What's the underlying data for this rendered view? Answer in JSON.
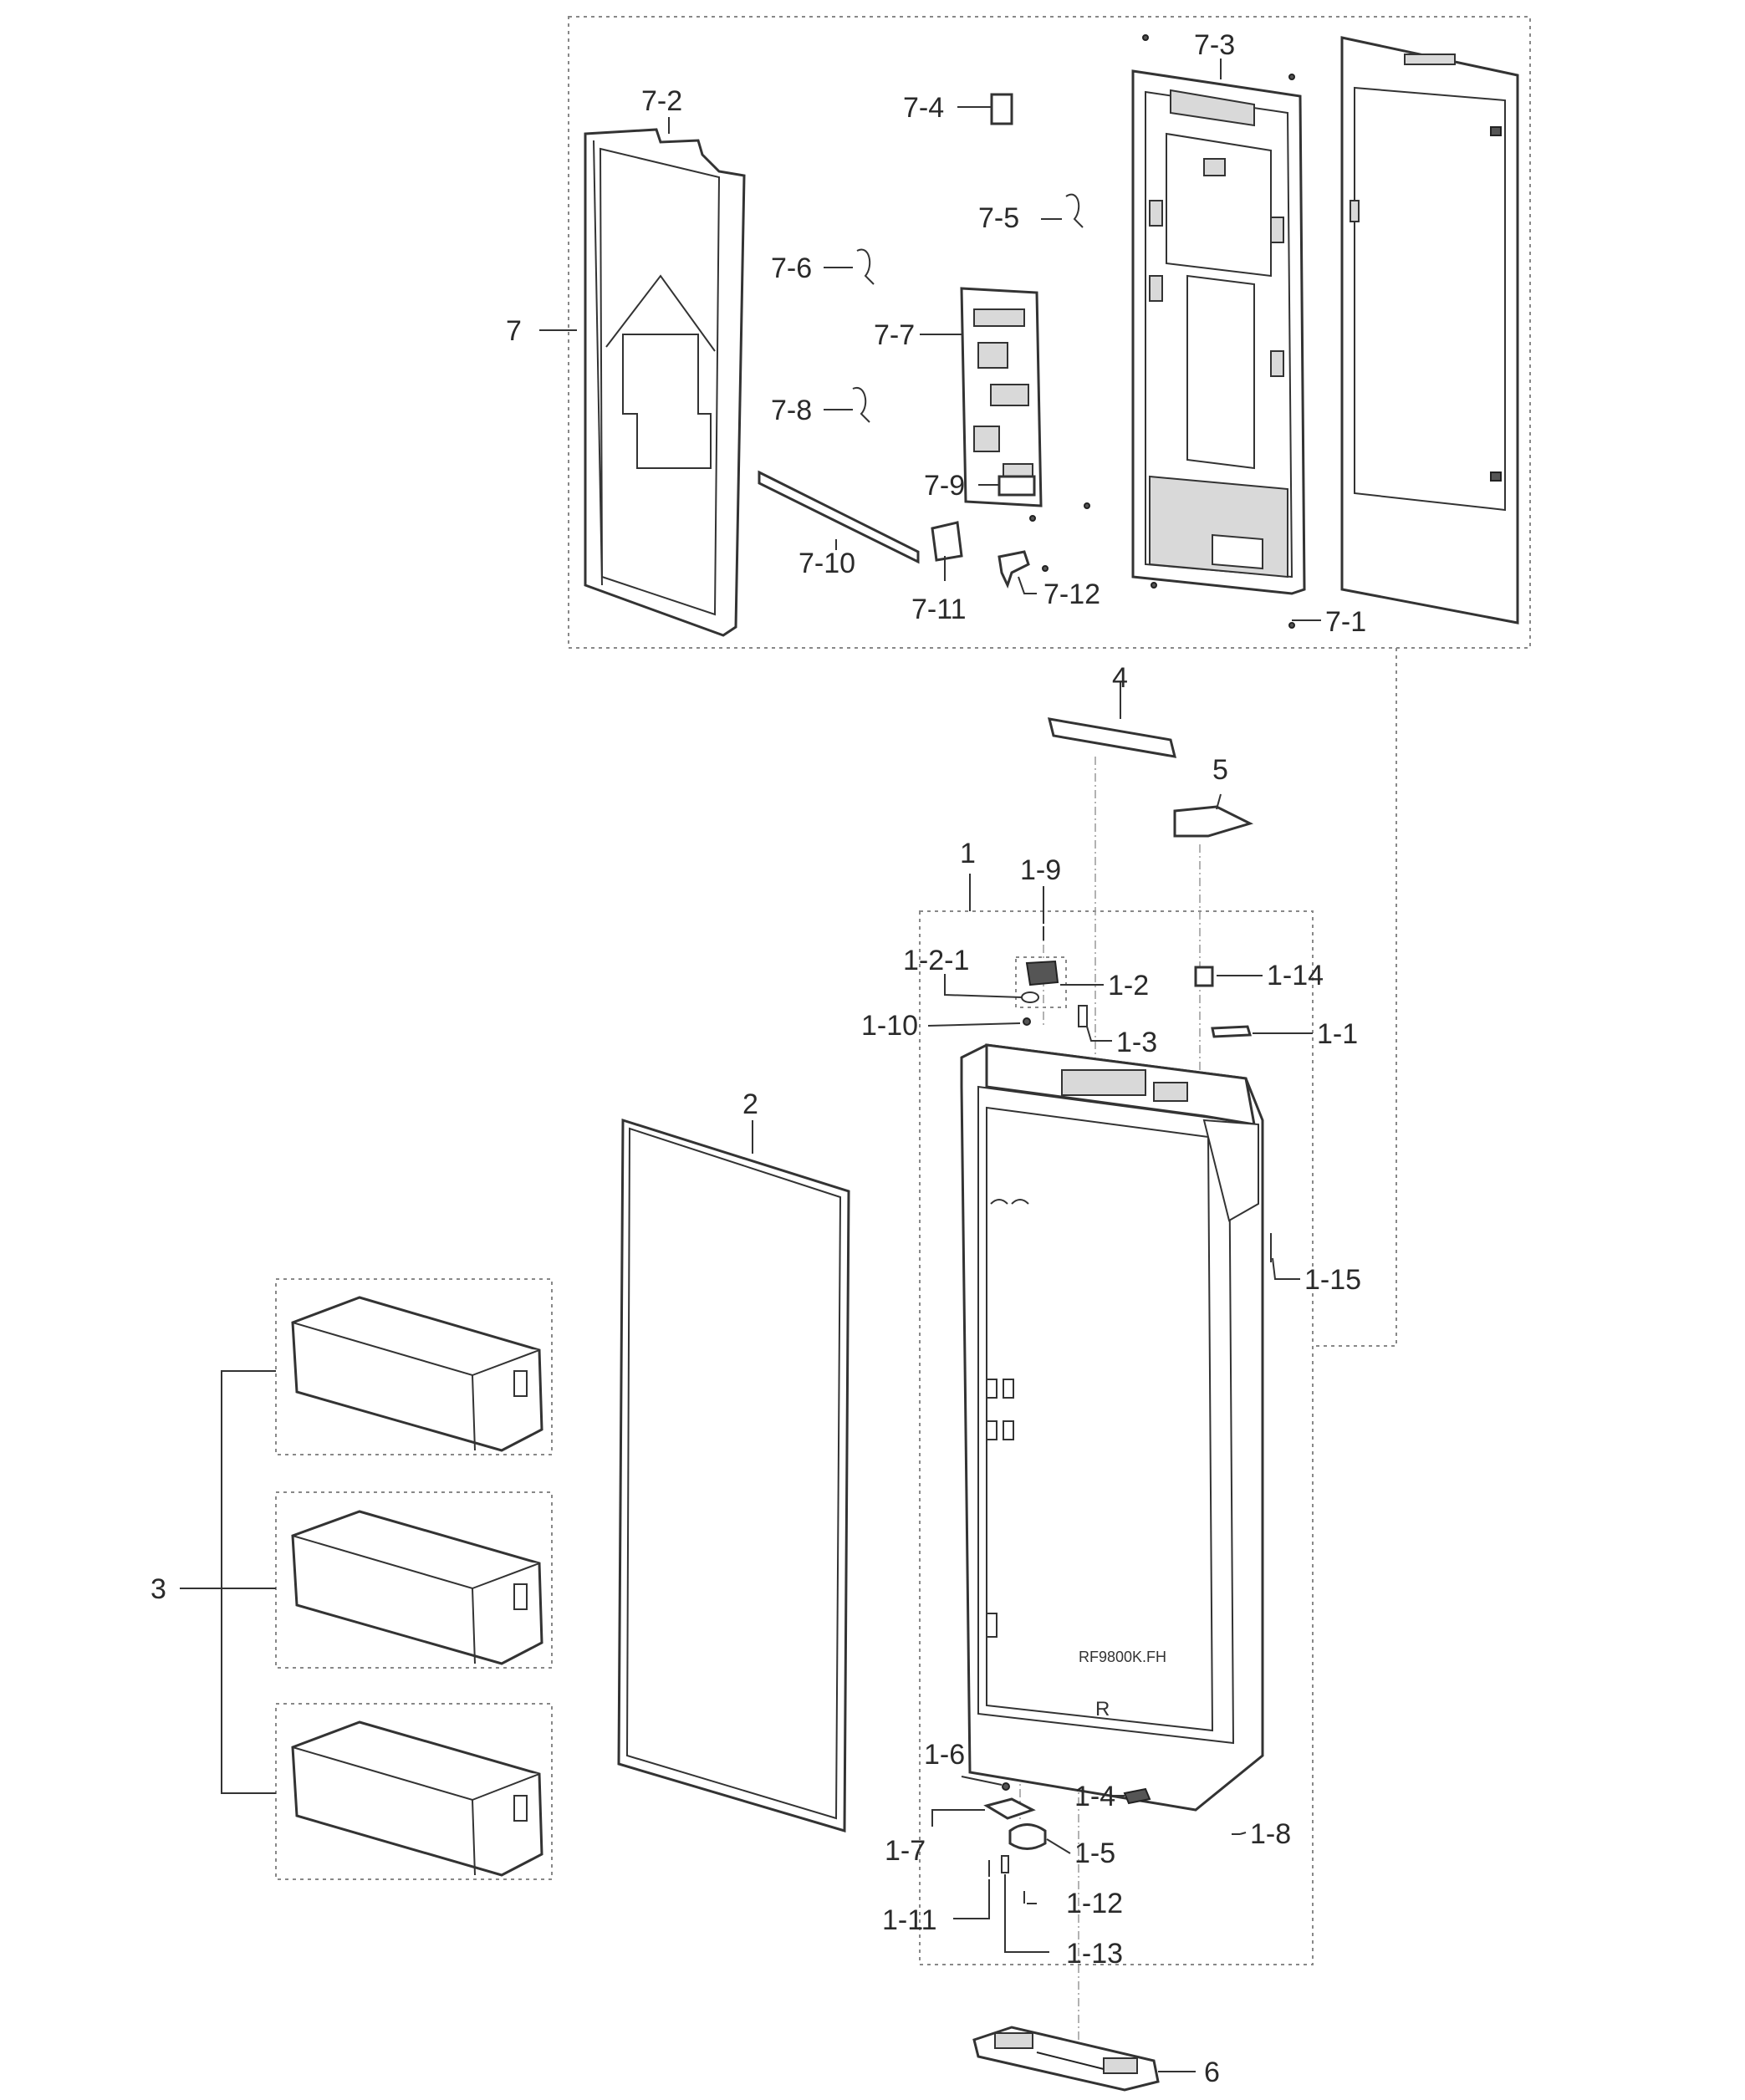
{
  "callouts": {
    "c7": "7",
    "c7_1": "7-1",
    "c7_2": "7-2",
    "c7_3": "7-3",
    "c7_4": "7-4",
    "c7_5": "7-5",
    "c7_6": "7-6",
    "c7_7": "7-7",
    "c7_8": "7-8",
    "c7_9": "7-9",
    "c7_10": "7-10",
    "c7_11": "7-11",
    "c7_12": "7-12",
    "c4": "4",
    "c5": "5",
    "c1": "1",
    "c1_9": "1-9",
    "c1_2_1": "1-2-1",
    "c1_2": "1-2",
    "c1_14": "1-14",
    "c1_10": "1-10",
    "c1_3": "1-3",
    "c1_1": "1-1",
    "c2": "2",
    "c1_15": "1-15",
    "c3": "3",
    "c1_6": "1-6",
    "c1_4": "1-4",
    "c1_8": "1-8",
    "c1_7": "1-7",
    "c1_5": "1-5",
    "c1_12": "1-12",
    "c1_11": "1-11",
    "c1_13": "1-13",
    "c6": "6"
  },
  "door_marking": {
    "model": "RF9800K.FH",
    "side": "R"
  }
}
